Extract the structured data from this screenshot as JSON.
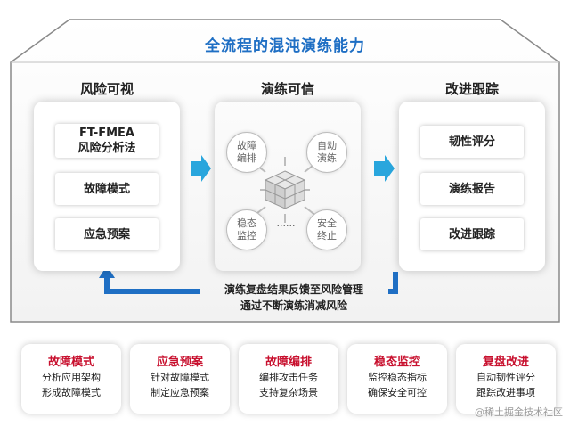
{
  "title": "全流程的混沌演练能力",
  "columns": [
    {
      "title": "风险可视",
      "cards": [
        [
          "FT-FMEA",
          "风险分析法"
        ],
        [
          "故障模式"
        ],
        [
          "应急预案"
        ]
      ]
    },
    {
      "title": "演练可信",
      "bubbles": [
        [
          "故障",
          "编排"
        ],
        [
          "自动",
          "演练"
        ],
        [
          "稳态",
          "监控"
        ],
        [
          "安全",
          "终止"
        ]
      ],
      "dots": "......"
    },
    {
      "title": "改进跟踪",
      "cards": [
        [
          "韧性评分"
        ],
        [
          "演练报告"
        ],
        [
          "改进跟踪"
        ]
      ]
    }
  ],
  "feedback": [
    "演练复盘结果反馈至风险管理",
    "通过不断演练消减风险"
  ],
  "bottom_cards": [
    {
      "title": "故障模式",
      "lines": [
        "分析应用架构",
        "形成故障模式"
      ]
    },
    {
      "title": "应急预案",
      "lines": [
        "针对故障模式",
        "制定应急预案"
      ]
    },
    {
      "title": "故障编排",
      "lines": [
        "编排攻击任务",
        "支持复杂场景"
      ]
    },
    {
      "title": "稳态监控",
      "lines": [
        "监控稳态指标",
        "确保安全可控"
      ]
    },
    {
      "title": "复盘改进",
      "lines": [
        "自动韧性评分",
        "跟踪改进事项"
      ]
    }
  ],
  "watermark": "@稀土掘金技术社区",
  "colors": {
    "accent_blue": "#1f6fc4",
    "arrow_cyan": "#29a6dd",
    "bottom_title_red": "#c8102e"
  }
}
